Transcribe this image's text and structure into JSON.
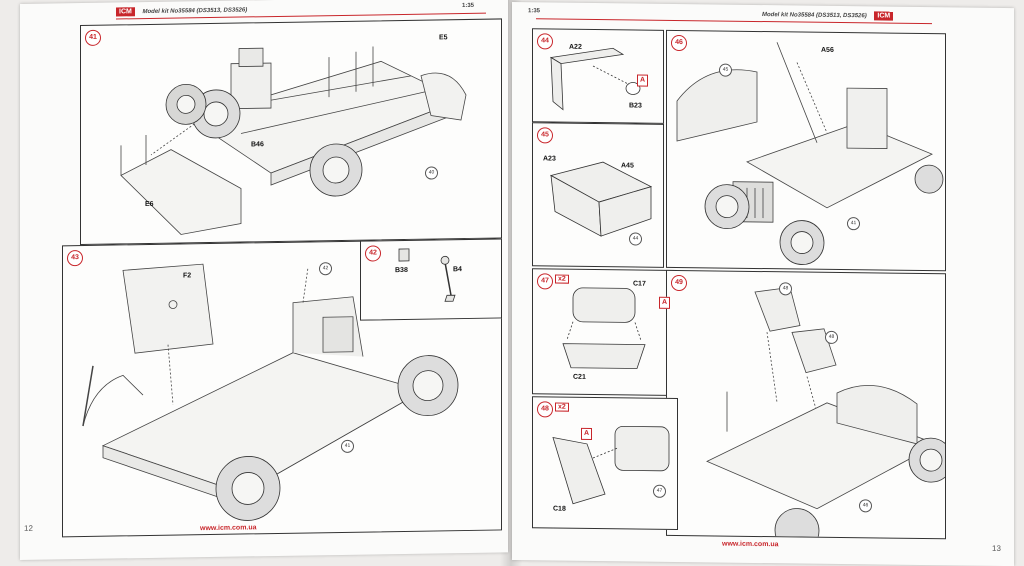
{
  "left_page": {
    "header": {
      "logo": "ICM",
      "model": "Model kit No35584 (DS3513, DS3526)",
      "scale": "1:35"
    },
    "page_number": "12",
    "url": "www.icm.com.ua",
    "steps": [
      {
        "number": "41",
        "parts": [
          "E5",
          "B46",
          "E6"
        ],
        "refs": [
          "40"
        ]
      },
      {
        "number": "43",
        "parts": [
          "F2"
        ],
        "refs": [
          "42",
          "41"
        ]
      },
      {
        "number": "42",
        "parts": [
          "B38",
          "B4"
        ],
        "refs": []
      }
    ]
  },
  "right_page": {
    "header": {
      "logo": "ICM",
      "model": "Model kit No35584 (DS3513, DS3526)",
      "scale": "1:35"
    },
    "page_number": "13",
    "url": "www.icm.com.ua",
    "steps": [
      {
        "number": "44",
        "parts": [
          "A22",
          "B23"
        ],
        "tags": [
          "A"
        ],
        "refs": []
      },
      {
        "number": "46",
        "parts": [
          "A56"
        ],
        "refs": [
          "45",
          "41"
        ]
      },
      {
        "number": "45",
        "parts": [
          "A23",
          "A45"
        ],
        "refs": [
          "44"
        ]
      },
      {
        "number": "47",
        "multiplier": "x2",
        "parts": [
          "C17",
          "C21"
        ],
        "tags": [
          "A"
        ],
        "refs": []
      },
      {
        "number": "49",
        "parts": [],
        "refs": [
          "48",
          "48",
          "46"
        ]
      },
      {
        "number": "48",
        "multiplier": "x2",
        "parts": [
          "C18"
        ],
        "tags": [
          "A"
        ],
        "refs": [
          "47"
        ]
      }
    ]
  },
  "colors": {
    "accent": "#c8262b",
    "line": "#333333",
    "paper": "#fbfbfa"
  }
}
